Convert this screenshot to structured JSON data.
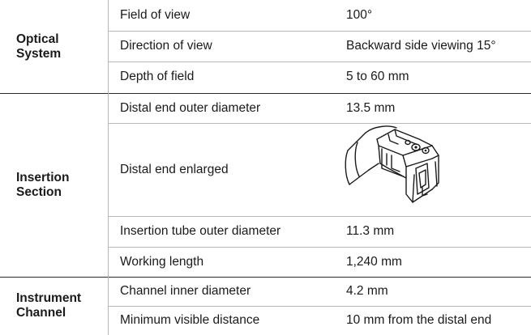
{
  "groups": [
    {
      "label": "Optical\nSystem",
      "rows": [
        {
          "name": "Field of view",
          "value": "100°"
        },
        {
          "name": "Direction of view",
          "value": "Backward side viewing 15°"
        },
        {
          "name": "Depth of field",
          "value": "5 to 60 mm"
        }
      ]
    },
    {
      "label": "Insertion\nSection",
      "rows": [
        {
          "name": "Distal end outer diameter",
          "value": "13.5 mm"
        },
        {
          "name": "Distal end enlarged",
          "value": ""
        },
        {
          "name": "Insertion tube outer diameter",
          "value": "11.3 mm"
        },
        {
          "name": "Working length",
          "value": "1,240 mm"
        }
      ]
    },
    {
      "label": "Instrument\nChannel",
      "rows": [
        {
          "name": "Channel inner diameter",
          "value": "4.2 mm"
        },
        {
          "name": "Minimum visible distance",
          "value": "10 mm from the distal end"
        }
      ]
    }
  ],
  "colors": {
    "text": "#1a1a1a",
    "rule_light": "#b8b8b8",
    "rule_heavy": "#2b2b2b"
  },
  "icons": {
    "distal_end_image": "endoscope-distal-end-illustration"
  }
}
